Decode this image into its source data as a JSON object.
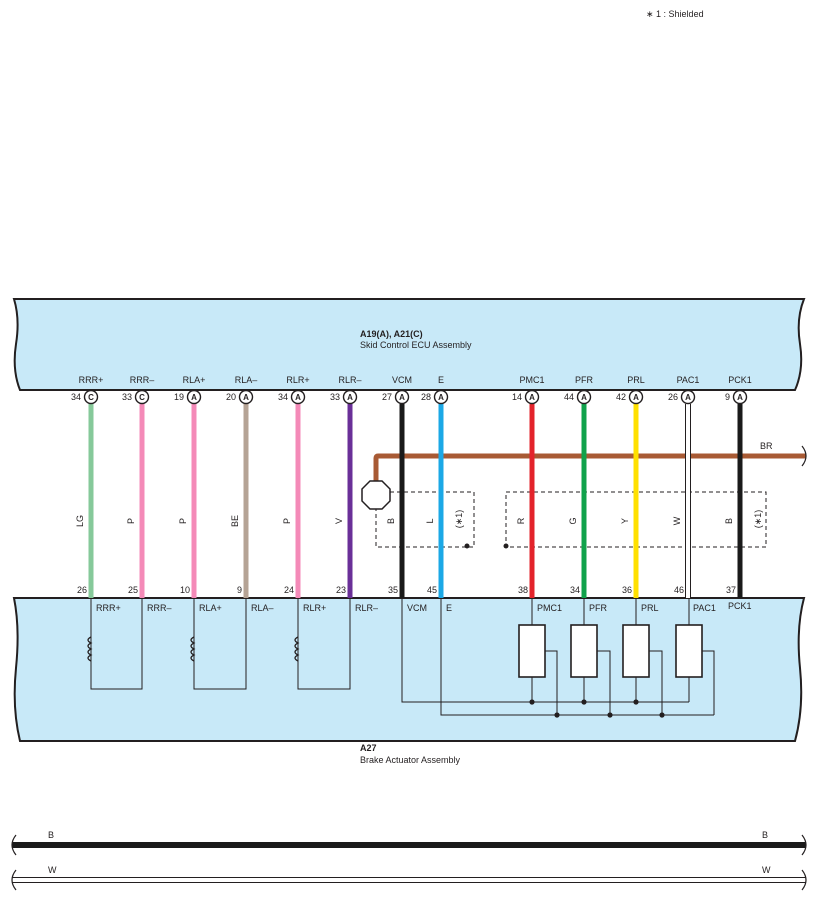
{
  "legend": {
    "shield_note": "∗ 1 : Shielded"
  },
  "ecu": {
    "title": "A19(A), A21(C)",
    "subtitle": "Skid Control ECU Assembly"
  },
  "actuator": {
    "title": "A27",
    "subtitle": "Brake Actuator Assembly"
  },
  "colors": {
    "box_fill": "#c8e9f8",
    "LG": "#86c99a",
    "P": "#f48ab8",
    "BE": "#b5a395",
    "V": "#6a2f98",
    "B": "#1a1a1a",
    "L": "#1ba8e6",
    "R": "#e3232b",
    "G": "#10a24b",
    "Y": "#ffe000",
    "W": "#ffffff",
    "BR": "#a85a34"
  },
  "wires": [
    {
      "ecu_label": "RRR+",
      "ecu_pin": "34",
      "conn": "C",
      "color": "LG",
      "act_pin": "26",
      "act_label": "RRR+"
    },
    {
      "ecu_label": "RRR–",
      "ecu_pin": "33",
      "conn": "C",
      "color": "P",
      "act_pin": "25",
      "act_label": "RRR–"
    },
    {
      "ecu_label": "RLA+",
      "ecu_pin": "19",
      "conn": "A",
      "color": "P",
      "act_pin": "10",
      "act_label": "RLA+"
    },
    {
      "ecu_label": "RLA–",
      "ecu_pin": "20",
      "conn": "A",
      "color": "BE",
      "act_pin": "9",
      "act_label": "RLA–"
    },
    {
      "ecu_label": "RLR+",
      "ecu_pin": "34",
      "conn": "A",
      "color": "P",
      "act_pin": "24",
      "act_label": "RLR+"
    },
    {
      "ecu_label": "RLR–",
      "ecu_pin": "33",
      "conn": "A",
      "color": "V",
      "act_pin": "23",
      "act_label": "RLR–"
    },
    {
      "ecu_label": "VCM",
      "ecu_pin": "27",
      "conn": "A",
      "color": "B",
      "act_pin": "35",
      "act_label": "VCM"
    },
    {
      "ecu_label": "E",
      "ecu_pin": "28",
      "conn": "A",
      "color": "L",
      "act_pin": "45",
      "act_label": "E"
    },
    {
      "ecu_label": "PMC1",
      "ecu_pin": "14",
      "conn": "A",
      "color": "R",
      "act_pin": "38",
      "act_label": "PMC1"
    },
    {
      "ecu_label": "PFR",
      "ecu_pin": "44",
      "conn": "A",
      "color": "G",
      "act_pin": "34",
      "act_label": "PFR"
    },
    {
      "ecu_label": "PRL",
      "ecu_pin": "42",
      "conn": "A",
      "color": "Y",
      "act_pin": "36",
      "act_label": "PRL"
    },
    {
      "ecu_label": "PAC1",
      "ecu_pin": "26",
      "conn": "A",
      "color": "W",
      "act_pin": "46",
      "act_label": "PAC1"
    },
    {
      "ecu_label": "PCK1",
      "ecu_pin": "9",
      "conn": "A",
      "color": "B",
      "act_pin": "37",
      "act_label": "PCK1"
    }
  ],
  "shield_labels": [
    "(∗1)",
    "(∗1)"
  ],
  "br_wire": {
    "label": "BR",
    "color": "BR"
  },
  "legend_wires": [
    {
      "color": "B",
      "label_left": "B",
      "label_right": "B"
    },
    {
      "color": "W",
      "label_left": "W",
      "label_right": "W"
    }
  ]
}
